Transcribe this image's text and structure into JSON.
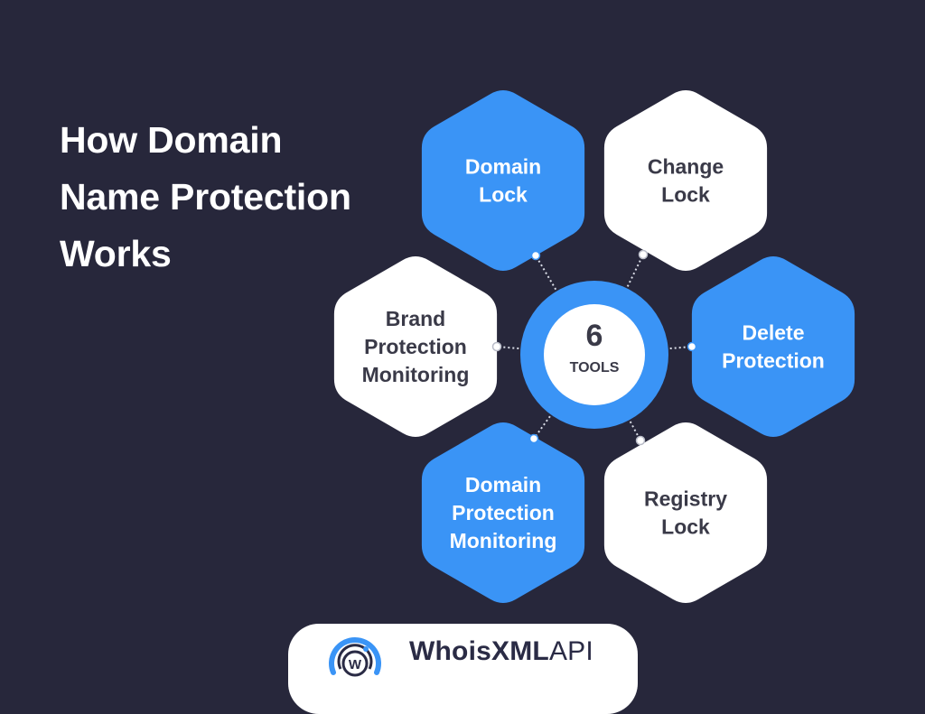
{
  "title": {
    "lines": [
      "How Domain",
      "Name Protection",
      "Works"
    ]
  },
  "center": {
    "number": "6",
    "label": "TOOLS"
  },
  "tools": [
    {
      "id": "domain-lock",
      "lines": [
        "Domain",
        "Lock"
      ],
      "style": "blue"
    },
    {
      "id": "change-lock",
      "lines": [
        "Change",
        "Lock"
      ],
      "style": "white"
    },
    {
      "id": "delete-protection",
      "lines": [
        "Delete",
        "Protection"
      ],
      "style": "blue"
    },
    {
      "id": "registry-lock",
      "lines": [
        "Registry",
        "Lock"
      ],
      "style": "white"
    },
    {
      "id": "domain-protection-monitoring",
      "lines": [
        "Domain",
        "Protection",
        "Monitoring"
      ],
      "style": "blue"
    },
    {
      "id": "brand-protection-monitoring",
      "lines": [
        "Brand",
        "Protection",
        "Monitoring"
      ],
      "style": "white"
    }
  ],
  "logo": {
    "brand": "Whois",
    "brand_xml": "XML",
    "brand_api": "API",
    "mark_letter": "W"
  },
  "colors": {
    "background": "#27273b",
    "blue": "#3a94f6",
    "white": "#ffffff",
    "dark_text": "#3a3a48",
    "dotted": "#d9dce6"
  }
}
